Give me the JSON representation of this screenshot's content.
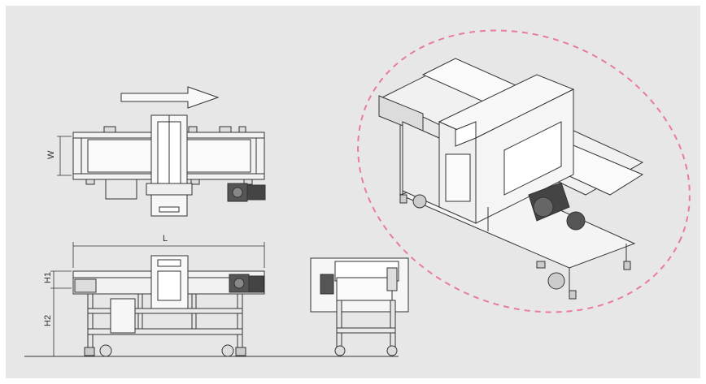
{
  "dimensions": {
    "width_label": "W",
    "length_label": "L",
    "h1_label": "H1",
    "h2_label": "H2"
  },
  "colors": {
    "panel_bg": "#e7e7e7",
    "line": "#333333",
    "highlight_ellipse": "#e87aa3"
  },
  "icons": {
    "flow_direction": "arrow-right-icon"
  }
}
